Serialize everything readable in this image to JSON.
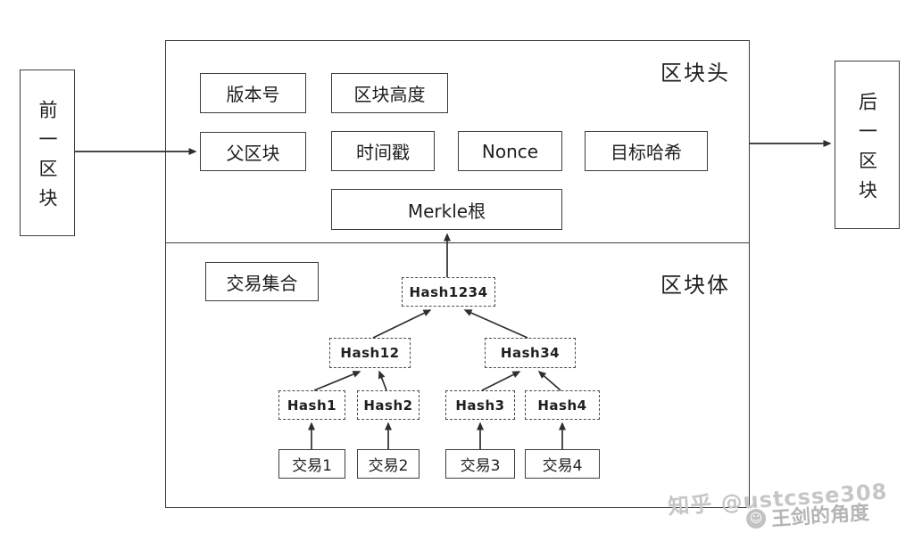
{
  "diagram": {
    "prev_block": {
      "label": "前一区块"
    },
    "next_block": {
      "label": "后一区块"
    },
    "header": {
      "title": "区块头",
      "boxes": {
        "version": "版本号",
        "block_height": "区块高度",
        "parent_block": "父区块",
        "timestamp": "时间戳",
        "nonce": "Nonce",
        "target_hash": "目标哈希",
        "merkle_root": "Merkle根"
      }
    },
    "body": {
      "title": "区块体",
      "tx_set": "交易集合",
      "tree": {
        "root": "Hash1234",
        "left": "Hash12",
        "right": "Hash34",
        "leaves": [
          "Hash1",
          "Hash2",
          "Hash3",
          "Hash4"
        ],
        "txs": [
          "交易1",
          "交易2",
          "交易3",
          "交易4"
        ]
      }
    },
    "watermark": {
      "brand": "知乎 @ustcsse308",
      "author": "王剑的角度"
    }
  }
}
